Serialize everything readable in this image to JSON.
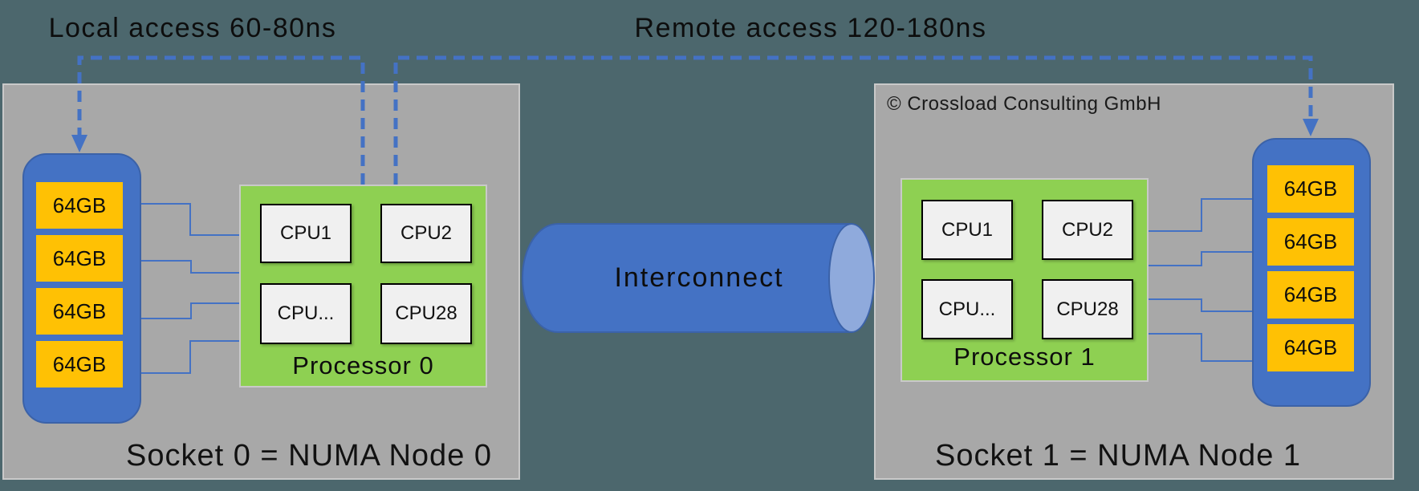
{
  "annotations": {
    "local": "Local access 60-80ns",
    "remote": "Remote access 120-180ns"
  },
  "copyright": "© Crossload Consulting GmbH",
  "interconnect": {
    "label": "Interconnect"
  },
  "sockets": [
    {
      "label": "Socket 0 = NUMA Node 0",
      "processor": {
        "label": "Processor 0",
        "cpus": [
          "CPU1",
          "CPU2",
          "CPU...",
          "CPU28"
        ]
      },
      "memory": {
        "modules": [
          "64GB",
          "64GB",
          "64GB",
          "64GB"
        ]
      }
    },
    {
      "label": "Socket 1 = NUMA Node 1",
      "processor": {
        "label": "Processor 1",
        "cpus": [
          "CPU1",
          "CPU2",
          "CPU...",
          "CPU28"
        ]
      },
      "memory": {
        "modules": [
          "64GB",
          "64GB",
          "64GB",
          "64GB"
        ]
      }
    }
  ],
  "colors": {
    "accent_blue": "#4472C4",
    "blue_border": "#3B62A8",
    "light_blue": "#8FAADC",
    "green": "#8ED052",
    "orange": "#FFC104",
    "gray_box": "#A8A8A8",
    "gray_border": "#C9C9C9",
    "background": "#4C676D",
    "cpu_fill": "#F0F0F0",
    "text": "#111111"
  }
}
